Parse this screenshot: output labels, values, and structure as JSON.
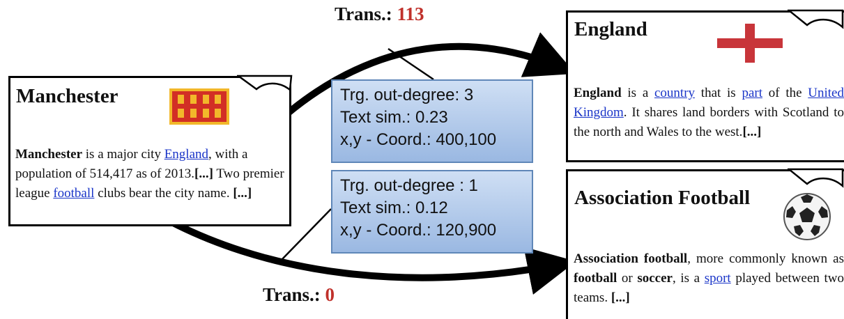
{
  "colors": {
    "accent_red": "#c0312b",
    "link_blue": "#1a35c8",
    "box_blue": "#9ab8e2"
  },
  "icons": {
    "manchester": "manchester-flag-icon",
    "england": "england-cross-icon",
    "football": "soccer-ball-icon"
  },
  "manchester": {
    "title": "Manchester",
    "body": [
      "Manchester",
      " is a major city ",
      "England",
      ", with a population of 514,417 as of 2013.",
      "[...]",
      " Two premier league ",
      "football",
      " clubs bear the city name. ",
      "[...]"
    ]
  },
  "england": {
    "title": "England",
    "body": [
      "England",
      " is a ",
      "country",
      " that is ",
      "part",
      " of the ",
      "United Kingdom",
      ". It shares land borders with Scotland to the north and Wales to the west.",
      "[...]"
    ]
  },
  "football": {
    "title": "Association Football",
    "body": [
      "Association football",
      ", more commonly known as ",
      "football",
      " or ",
      "soccer",
      ", is a ",
      "sport",
      " played between two teams. ",
      "[...]"
    ]
  },
  "info_top": {
    "line1": "Trg. out-degree: 3",
    "line2": "Text sim.: 0.23",
    "line3": "x,y - Coord.: 400,100"
  },
  "info_bottom": {
    "line1": "Trg. out-degree : 1",
    "line2": "Text sim.: 0.12",
    "line3": "x,y - Coord.: 120,900"
  },
  "trans_top": {
    "label": "Trans.: ",
    "value": "113"
  },
  "trans_bottom": {
    "label": "Trans.: ",
    "value": "0"
  }
}
